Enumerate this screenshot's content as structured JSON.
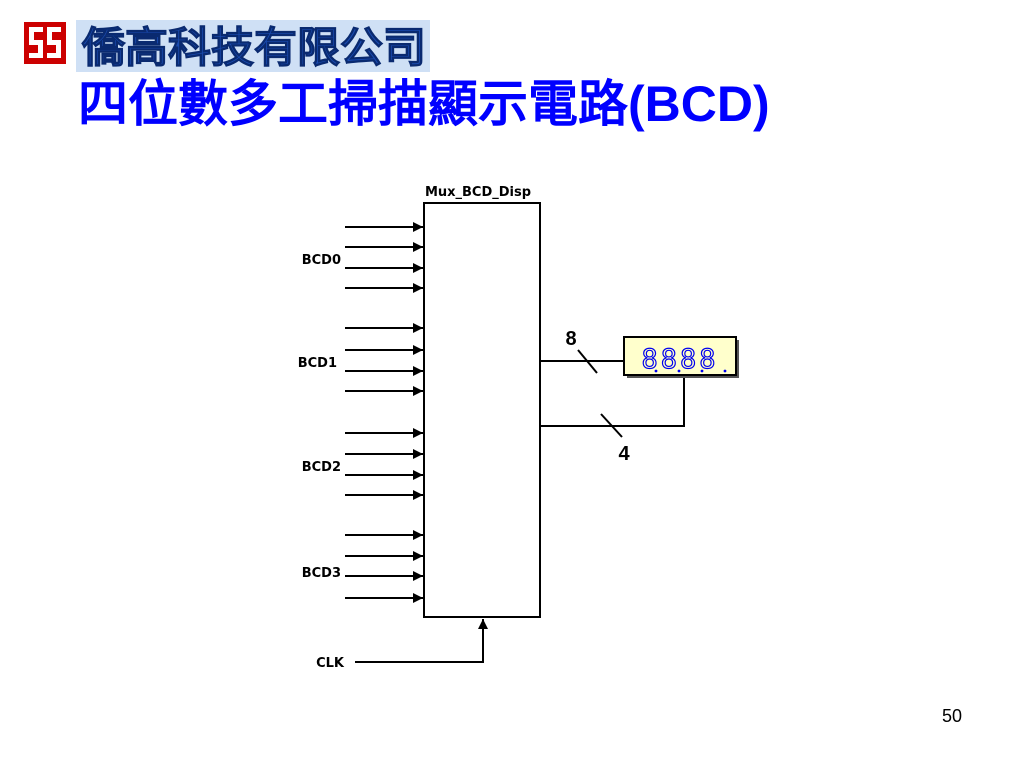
{
  "logo": {
    "company_name": "僑高科技有限公司"
  },
  "slide": {
    "title_cjk": "四位數多工掃描顯示電路",
    "title_latin": "(BCD)",
    "page_number": "50"
  },
  "diagram": {
    "block_label": "Mux_BCD_Disp",
    "inputs": [
      {
        "label": "BCD0"
      },
      {
        "label": "BCD1"
      },
      {
        "label": "BCD2"
      },
      {
        "label": "BCD3"
      }
    ],
    "clock_label": "CLK",
    "segment_bus_width": "8",
    "digit_bus_width": "4",
    "display_digits": "8888",
    "colors": {
      "display_bg": "#ffffcc",
      "display_digit": "#0000ee",
      "logo_red": "#cc0000",
      "logo_blue": "#1a4bb0"
    }
  }
}
